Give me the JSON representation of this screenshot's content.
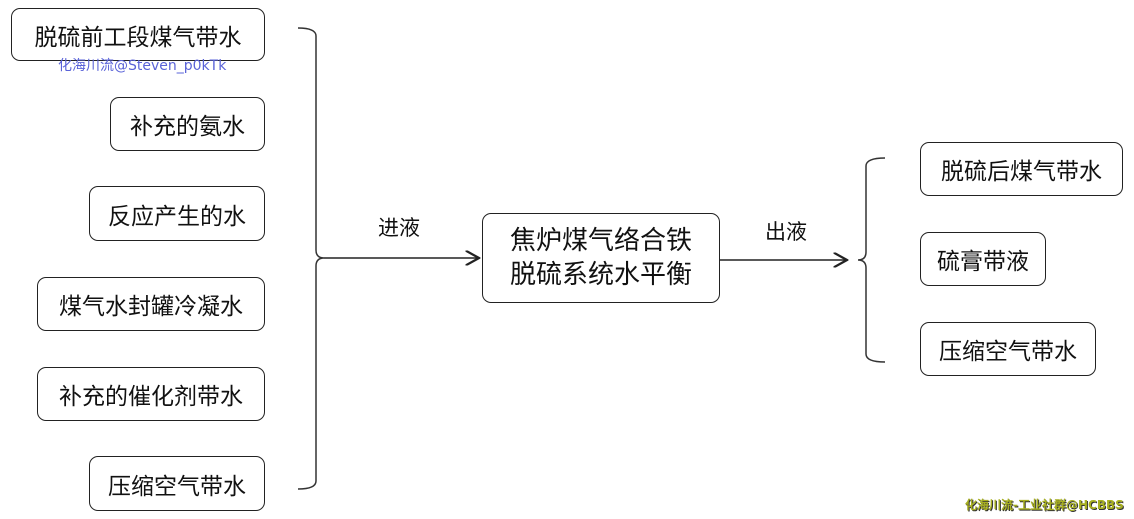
{
  "inputs": [
    "脱硫前工段煤气带水",
    "补充的氨水",
    "反应产生的水",
    "煤气水封罐冷凝水",
    "补充的催化剂带水",
    "压缩空气带水"
  ],
  "input_label": "进液",
  "center": {
    "line1": "焦炉煤气络合铁",
    "line2": "脱硫系统水平衡"
  },
  "output_label": "出液",
  "outputs": [
    "脱硫后煤气带水",
    "硫膏带液",
    "压缩空气带水"
  ],
  "watermarks": {
    "top": "化海川流@Steven_p0kTk",
    "bottom": "化海川流-工业社群@HCBBS"
  }
}
